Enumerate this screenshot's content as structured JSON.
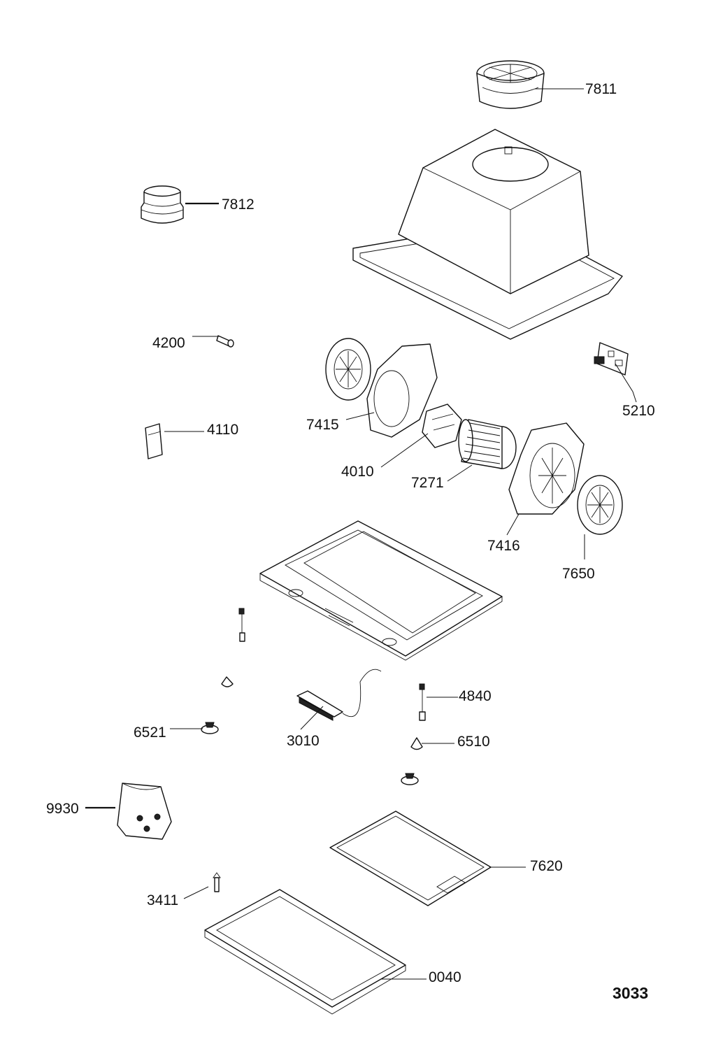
{
  "diagram_code": "3033",
  "labels": {
    "p7811": "7811",
    "p7812": "7812",
    "p4200": "4200",
    "p5210": "5210",
    "p7415": "7415",
    "p4110": "4110",
    "p4010": "4010",
    "p7271": "7271",
    "p7416": "7416",
    "p7650": "7650",
    "p4840": "4840",
    "p6521": "6521",
    "p3010": "3010",
    "p6510": "6510",
    "p9930": "9930",
    "p7620": "7620",
    "p3411": "3411",
    "p0040": "0040"
  }
}
